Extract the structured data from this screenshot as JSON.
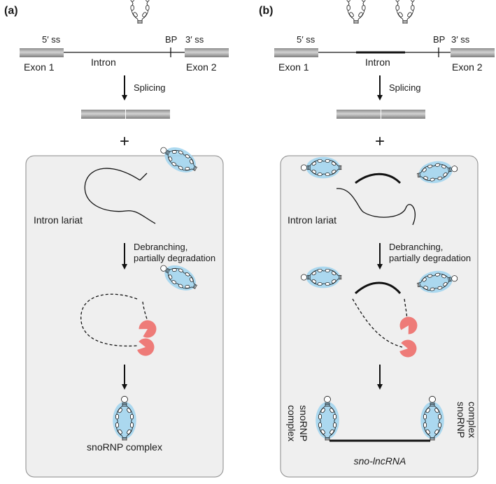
{
  "panel_a": {
    "label": "(a)",
    "five_ss": "5′ ss",
    "three_ss": "3′ ss",
    "bp": "BP",
    "exon1": "Exon 1",
    "exon2": "Exon 2",
    "intron": "Intron",
    "splicing": "Splicing",
    "plus": "+",
    "lariat": "Intron lariat",
    "debranch_1": "Debranching,",
    "debranch_2": "partially degradation",
    "product": "snoRNP complex"
  },
  "panel_b": {
    "label": "(b)",
    "five_ss": "5′ ss",
    "three_ss": "3′ ss",
    "bp": "BP",
    "exon1": "Exon 1",
    "exon2": "Exon 2",
    "intron": "Intron",
    "splicing": "Splicing",
    "plus": "+",
    "lariat": "Intron lariat",
    "debranch_1": "Debranching,",
    "debranch_2": "partially degradation",
    "snornp_left_1": "snoRNP",
    "snornp_left_2": "complex",
    "snornp_right_1": "snoRNP",
    "snornp_right_2": "complex",
    "product": "sno-lncRNA"
  },
  "colors": {
    "exon_gray": "#a8a8a8",
    "box_fill": "#efefef",
    "protein_blue": "#9fd4ee",
    "exonuclease_red": "#ee7b78"
  }
}
